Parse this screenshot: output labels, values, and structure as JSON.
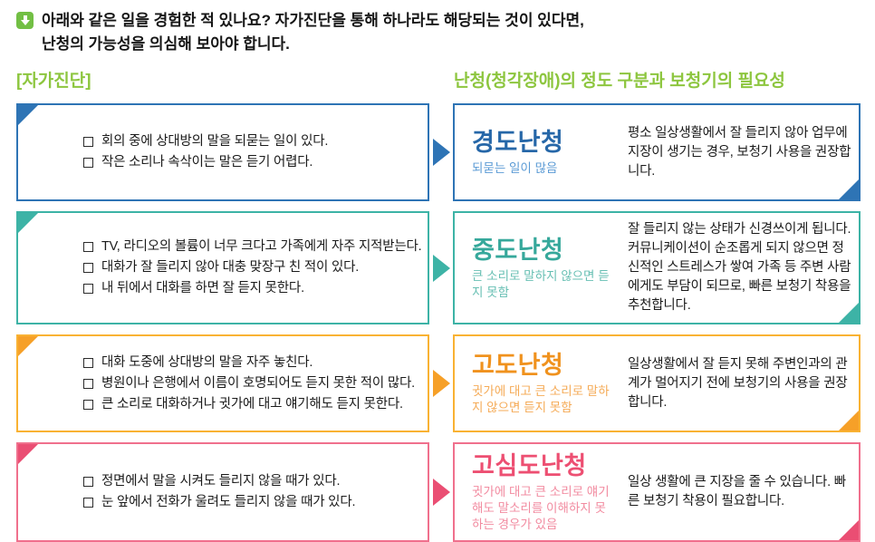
{
  "header": {
    "line1": "아래와 같은 일을 경험한 적 있나요? 자가진단을 통해 하나라도 해당되는 것이 있다면,",
    "line2": "난청의 가능성을 의심해 보아야 합니다."
  },
  "section_labels": {
    "left": "[자가진단]",
    "right": "난청(청각장애)의 정도 구분과 보청기의 필요성"
  },
  "colors": {
    "label_green": "#8dc63f",
    "icon_green": "#72bf44",
    "text_dark": "#1b1b1b"
  },
  "rows": [
    {
      "level": "mild",
      "colors": {
        "accent": "#2e74b5",
        "marker": "#2e74b5",
        "title": "#2667a8",
        "subtitle": "#5b9bd5"
      },
      "checklist": [
        "회의 중에 상대방의 말을 되묻는 일이 있다.",
        "작은 소리나 속삭이는 말은 듣기 어렵다."
      ],
      "title": "경도난청",
      "subtitle": "되묻는 일이 많음",
      "description": "평소 일상생활에서 잘 들리지 않아 업무에 지장이 생기는 경우, 보청기 사용을 권장합니다."
    },
    {
      "level": "moderate",
      "colors": {
        "accent": "#3db3a6",
        "marker": "#3db3a6",
        "title": "#36a89b",
        "subtitle": "#67bfb3"
      },
      "checklist": [
        "TV, 라디오의 볼륨이 너무 크다고 가족에게 자주 지적받는다.",
        "대화가 잘 들리지 않아 대충 맞장구 친 적이 있다.",
        "내 뒤에서 대화를 하면 잘 듣지 못한다."
      ],
      "title": "중도난청",
      "subtitle": "큰 소리로 말하지 않으면 듣지 못함",
      "description": "잘 들리지 않는 상태가 신경쓰이게 됩니다. 커뮤니케이션이 순조롭게 되지 않으면 정신적인 스트레스가 쌓여 가족 등 주변 사람에게도 부담이 되므로, 빠른 보청기 착용을 추천합니다."
    },
    {
      "level": "severe",
      "colors": {
        "accent": "#f9b233",
        "marker": "#f6a028",
        "title": "#f0921e",
        "subtitle": "#f5ab57"
      },
      "checklist": [
        "대화 도중에 상대방의 말을 자주 놓친다.",
        "병원이나 은행에서 이름이 호명되어도 듣지 못한 적이 많다.",
        "큰 소리로 대화하거나 귓가에 대고 얘기해도 듣지 못한다."
      ],
      "title": "고도난청",
      "subtitle": "귓가에 대고 큰 소리로 말하지 않으면 듣지 못함",
      "description": "일상생활에서 잘 듣지 못해 주변인과의 관계가 멀어지기 전에 보청기의 사용을 권장합니다."
    },
    {
      "level": "profound",
      "colors": {
        "accent": "#f0708d",
        "marker": "#ea4e73",
        "title": "#ed4f72",
        "subtitle": "#f28ba0"
      },
      "checklist": [
        "정면에서 말을 시켜도 들리지 않을 때가 있다.",
        "눈 앞에서 전화가 울려도 들리지 않을 때가 있다."
      ],
      "title": "고심도난청",
      "subtitle": "귓가에 대고 큰 소리로 얘기 해도 말소리를 이해하지 못하는 경우가 있음",
      "description": "일상 생활에 큰 지장을 줄 수 있습니다. 빠른 보청기 착용이 필요합니다."
    }
  ]
}
